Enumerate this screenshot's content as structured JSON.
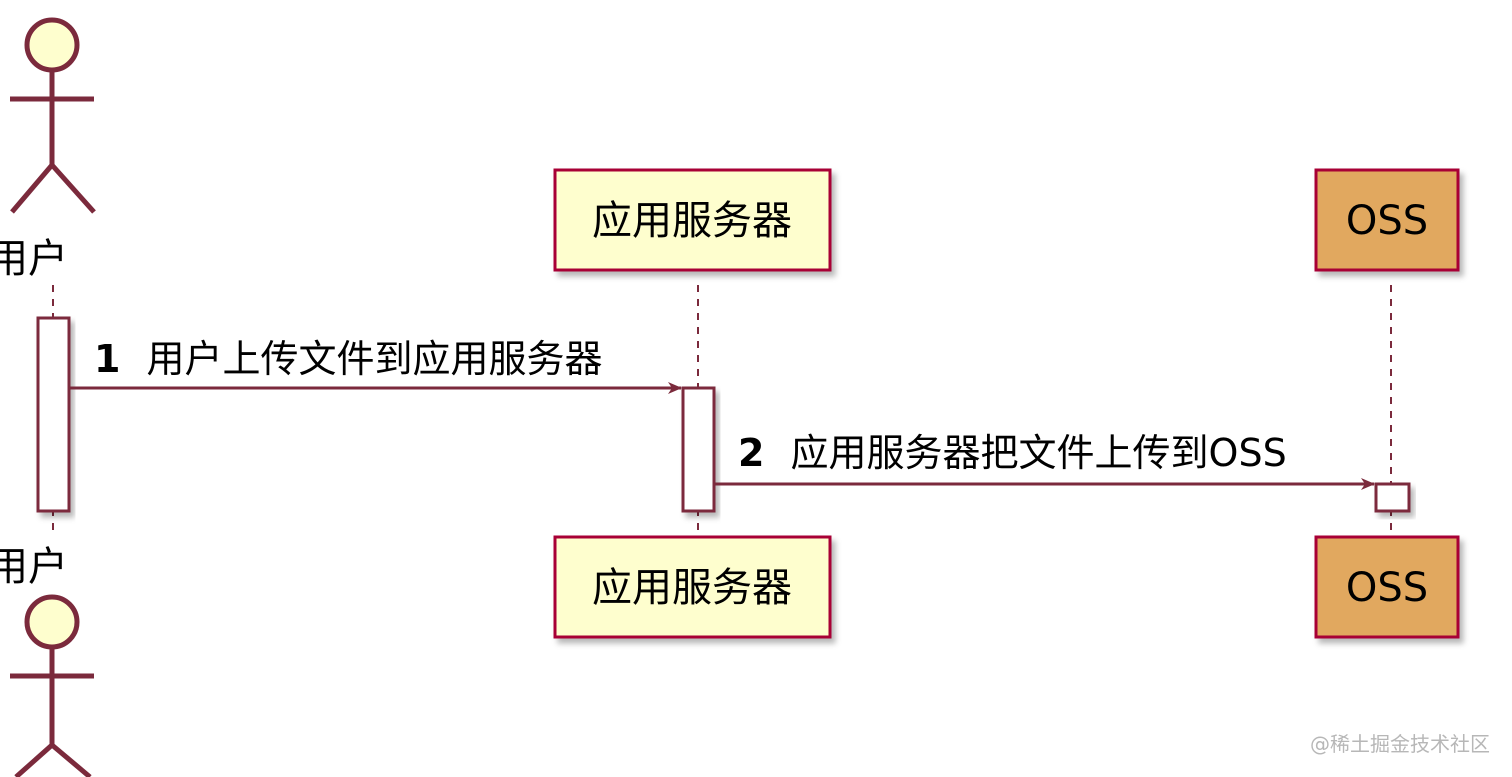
{
  "diagram": {
    "type": "sequence",
    "participants": [
      {
        "id": "user",
        "label": "用户",
        "kind": "actor"
      },
      {
        "id": "app",
        "label": "应用服务器",
        "kind": "participant",
        "fill": "#fefece"
      },
      {
        "id": "oss",
        "label": "OSS",
        "kind": "participant",
        "fill": "#e1a85f"
      }
    ],
    "messages": [
      {
        "number": "1",
        "text": "用户上传文件到应用服务器",
        "from": "user",
        "to": "app"
      },
      {
        "number": "2",
        "text": "应用服务器把文件上传到OSS",
        "from": "app",
        "to": "oss"
      }
    ],
    "colors": {
      "border": "#a80036",
      "line": "#7b2a3c",
      "actor_fill": "#fefece",
      "participant_fill": "#fefece",
      "oss_fill": "#e1a85f",
      "activation_fill": "#ffffff"
    }
  },
  "watermark": "@稀土掘金技术社区"
}
